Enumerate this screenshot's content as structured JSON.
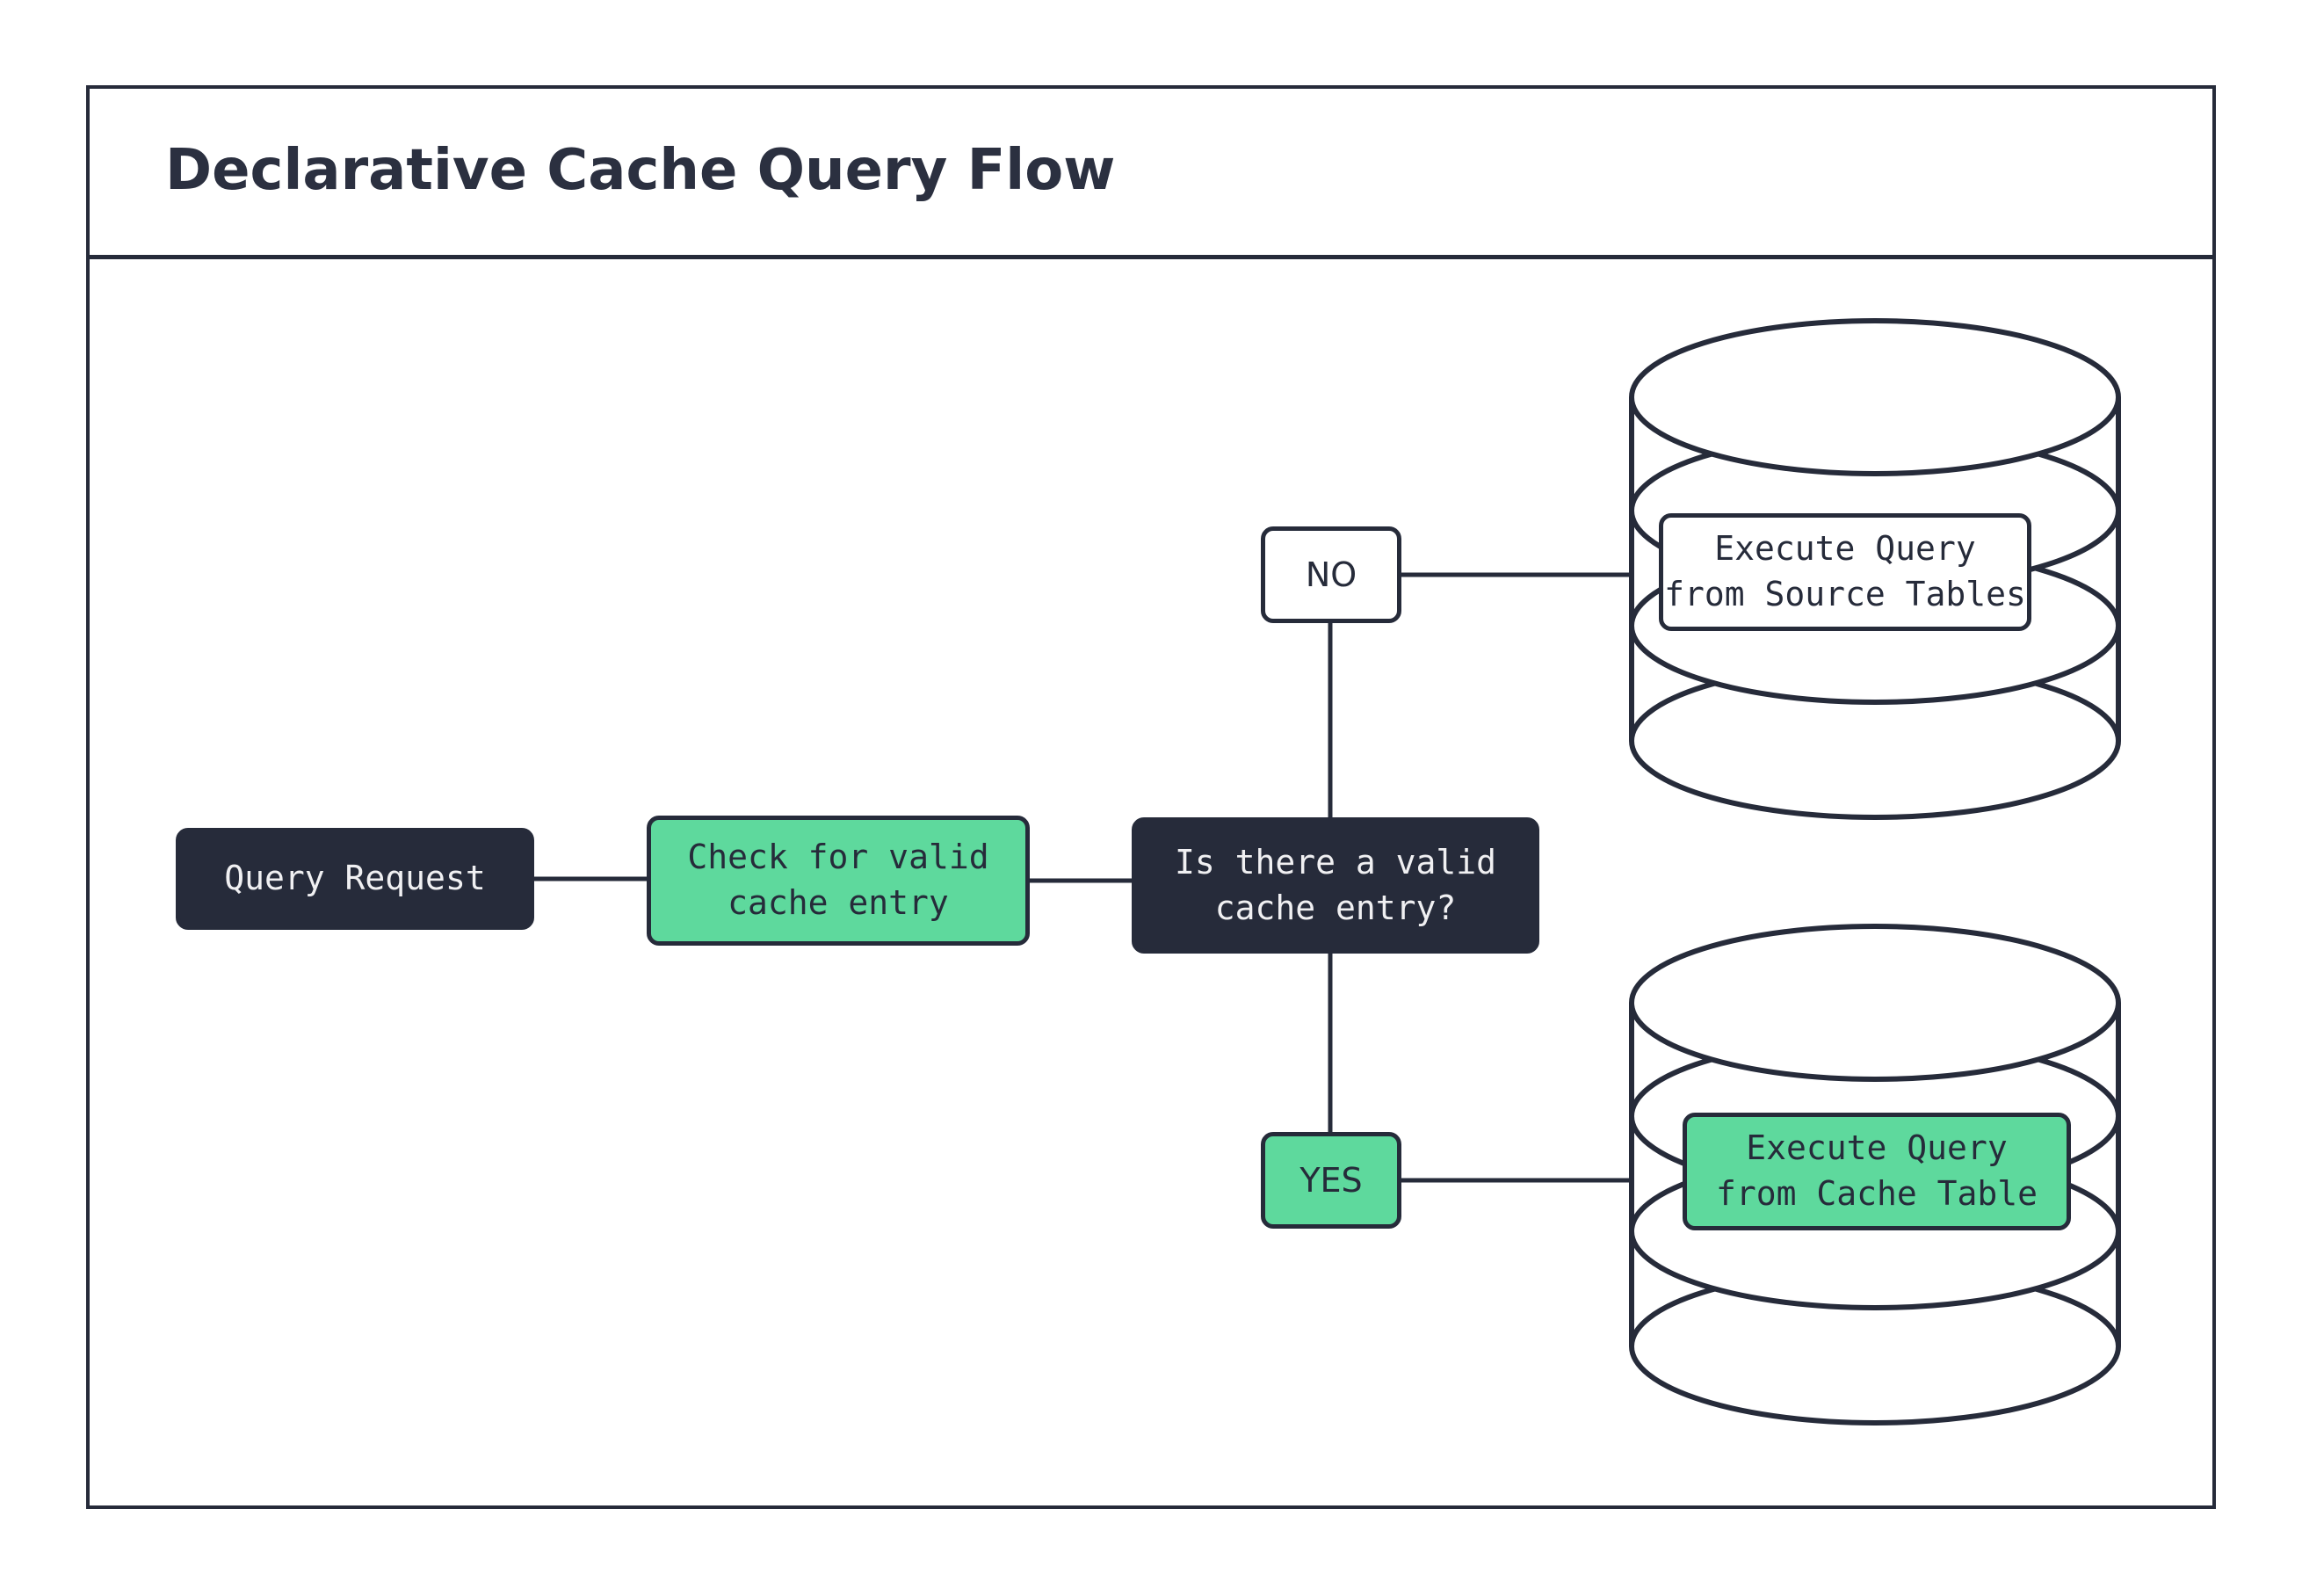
{
  "diagram": {
    "title": "Declarative Cache Query Flow",
    "type": "flowchart",
    "colors": {
      "dark": "#262b3a",
      "green": "#5ed99d",
      "white": "#ffffff",
      "text_light": "#f0f0f2",
      "frame_border": "#262b3a"
    },
    "nodes": [
      {
        "id": "query-request",
        "label": "Query Request",
        "shape": "rounded-rect",
        "fill": "dark"
      },
      {
        "id": "check-cache",
        "label": "Check for valid\ncache entry",
        "shape": "rounded-rect",
        "fill": "green"
      },
      {
        "id": "decision",
        "label": "Is there a valid\ncache entry?",
        "shape": "rounded-rect",
        "fill": "dark"
      },
      {
        "id": "exec-source",
        "label": "Execute Query\nfrom Source Tables",
        "shape": "rounded-rect",
        "fill": "white"
      },
      {
        "id": "exec-cache",
        "label": "Execute Query\nfrom Cache Table",
        "shape": "rounded-rect",
        "fill": "green"
      }
    ],
    "branch_labels": [
      {
        "id": "no",
        "label": "NO",
        "fill": "white"
      },
      {
        "id": "yes",
        "label": "YES",
        "fill": "green"
      }
    ],
    "databases": [
      {
        "id": "source-db",
        "position": "top-right",
        "contains": "exec-source"
      },
      {
        "id": "cache-db",
        "position": "bottom-right",
        "contains": "exec-cache"
      }
    ],
    "edges": [
      {
        "from": "query-request",
        "to": "check-cache",
        "label": ""
      },
      {
        "from": "check-cache",
        "to": "decision",
        "label": ""
      },
      {
        "from": "decision",
        "to": "no",
        "label": "NO"
      },
      {
        "from": "no",
        "to": "exec-source",
        "label": ""
      },
      {
        "from": "decision",
        "to": "yes",
        "label": "YES"
      },
      {
        "from": "yes",
        "to": "exec-cache",
        "label": ""
      }
    ]
  }
}
